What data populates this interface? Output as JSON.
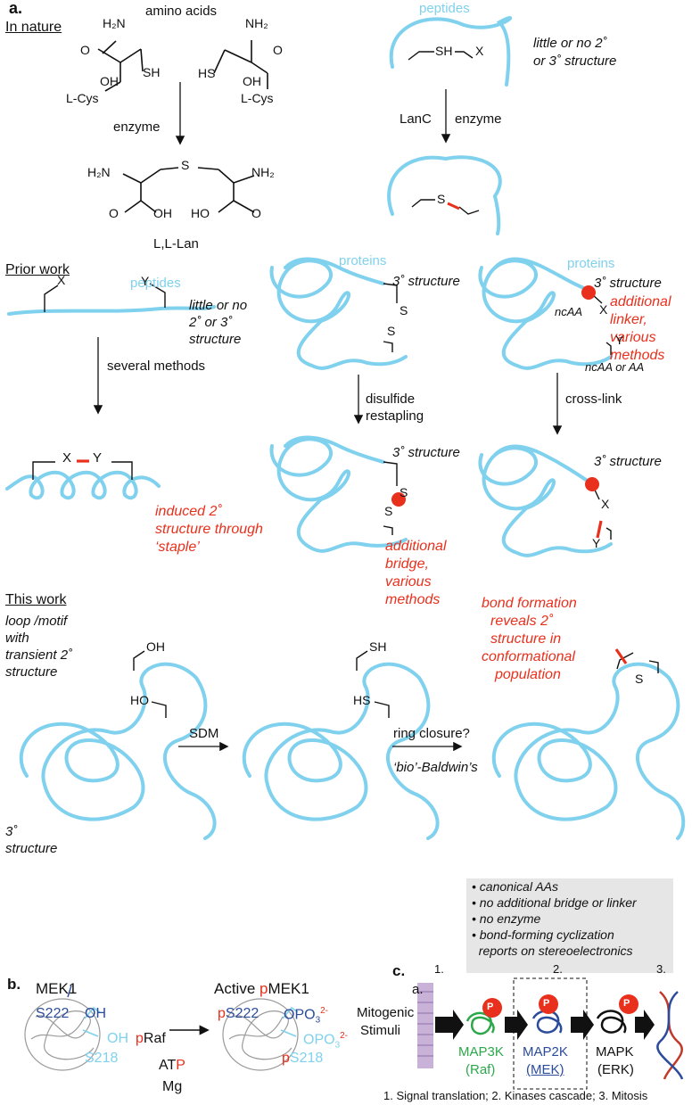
{
  "panel_a": {
    "label": "a.",
    "in_nature": "In nature",
    "amino_acids": "amino acids",
    "cys1": "L-Cys",
    "cys2": "L-Cys",
    "enzyme1": "enzyme",
    "lan": "L,L-Lan",
    "peptides_top": "peptides",
    "little_struct_top": "little or no 2˚",
    "little_struct_top2": "or 3˚ structure",
    "lanc": "LanC",
    "enzyme2": "enzyme",
    "prior_work": "Prior work",
    "peptides_prior": "peptides",
    "little_struct_prior1": "little or no",
    "little_struct_prior2": "2˚ or 3˚",
    "little_struct_prior3": "structure",
    "several_methods": "several methods",
    "induced1": "induced 2˚",
    "induced2": "structure through",
    "induced3": "‘staple’",
    "proteins_mid": "proteins",
    "struct3_mid": "3˚ structure",
    "disulfide1": "disulfide",
    "disulfide2": "restapling",
    "struct3_mid2": "3˚ structure",
    "addl_bridge1": "additional",
    "addl_bridge2": "bridge,",
    "addl_bridge3": "various",
    "addl_bridge4": "methods",
    "proteins_right": "proteins",
    "struct3_right": "3˚ structure",
    "addl_linker1": "additional",
    "addl_linker2": "linker,",
    "addl_linker3": "various",
    "addl_linker4": "methods",
    "ncaa": "ncAA",
    "ncaa_or_aa": "ncAA or AA",
    "crosslink": "cross-link",
    "struct3_right2": "3˚ structure",
    "this_work": "This work",
    "loop1": "loop /motif",
    "loop2": "with",
    "loop3": "transient 2˚",
    "loop4": "structure",
    "struct3_bottom1": "3˚",
    "struct3_bottom2": "structure",
    "sdm": "SDM",
    "ring_closure": "ring closure?",
    "bio_baldwin": "‘bio’-Baldwin’s",
    "bond1": "bond formation",
    "bond2": "reveals 2˚",
    "bond3": "structure in",
    "bond4": "conformational",
    "bond5": "population",
    "notes": [
      "• canonical AAs",
      "• no additional bridge or linker",
      "• no enzyme",
      "• bond-forming cyclization",
      "  reports on stereoelectronics"
    ],
    "atoms": {
      "h2n": "H₂N",
      "nh2": "NH₂",
      "o": "O",
      "oh": "OH",
      "sh": "SH",
      "hs": "HS",
      "s": "S",
      "x": "X",
      "y": "Y",
      "ho": "HO"
    }
  },
  "panel_b": {
    "label": "b.",
    "mek1": "MEK1",
    "active_p": "p",
    "active_rest": "Active ",
    "active_mek": "MEK1",
    "s222": "S222",
    "s218": "S218",
    "ps222_p": "p",
    "ps222": "S222",
    "ps218_p": "p",
    "ps218": "S218",
    "oh": "OH",
    "opo3": "OPO",
    "praf_p": "p",
    "praf": "Raf",
    "atp_at": "AT",
    "atp_p": "P",
    "mg": "Mg"
  },
  "panel_c": {
    "label": "c.",
    "sub": "a.",
    "n1": "1.",
    "n2": "2.",
    "n3": "3.",
    "mitogenic": "Mitogenic",
    "stimuli": "Stimuli",
    "map3k": "MAP3K",
    "raf": "(Raf)",
    "map2k": "MAP2K",
    "mek": "(MEK)",
    "mapk": "MAPK",
    "erk": "(ERK)",
    "p": "P",
    "caption": "1. Signal translation; 2. Kinases cascade; 3. Mitosis"
  },
  "colors": {
    "peptide": "#7fd1ee",
    "accent_red": "#e8301c",
    "navy": "#2b4b9b",
    "green": "#2ca84a",
    "note_bg": "#e6e6e6"
  }
}
